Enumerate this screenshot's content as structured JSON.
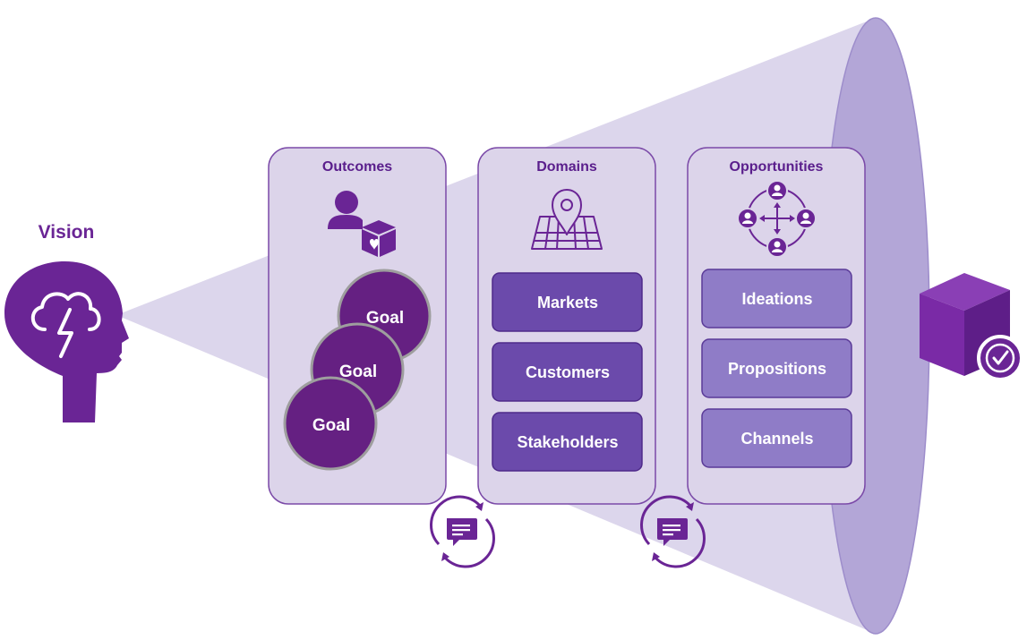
{
  "vision": {
    "label": "Vision"
  },
  "panels": {
    "outcomes": {
      "title": "Outcomes",
      "goals": [
        "Goal",
        "Goal",
        "Goal"
      ]
    },
    "domains": {
      "title": "Domains",
      "items": [
        "Markets",
        "Customers",
        "Stakeholders"
      ]
    },
    "opportunities": {
      "title": "Opportunities",
      "items": [
        "Ideations",
        "Propositions",
        "Channels"
      ]
    }
  },
  "icons": {
    "head": "head-lightning-icon",
    "outcomes": "person-gift-box-icon",
    "domains": "map-pin-icon",
    "opportunities": "people-network-icon",
    "feedback": "chat-refresh-icon",
    "delivery": "box-check-icon"
  },
  "colors": {
    "brand_dark": "#6a2595",
    "title_text": "#5a1e8c",
    "domain_pill": "#6b4aab",
    "opportunity_pill": "#8f7cc7",
    "panel_fill": "#dcd4ea",
    "cone_fill": "#dcd6ec",
    "cone_end": "#b3a6d7"
  }
}
